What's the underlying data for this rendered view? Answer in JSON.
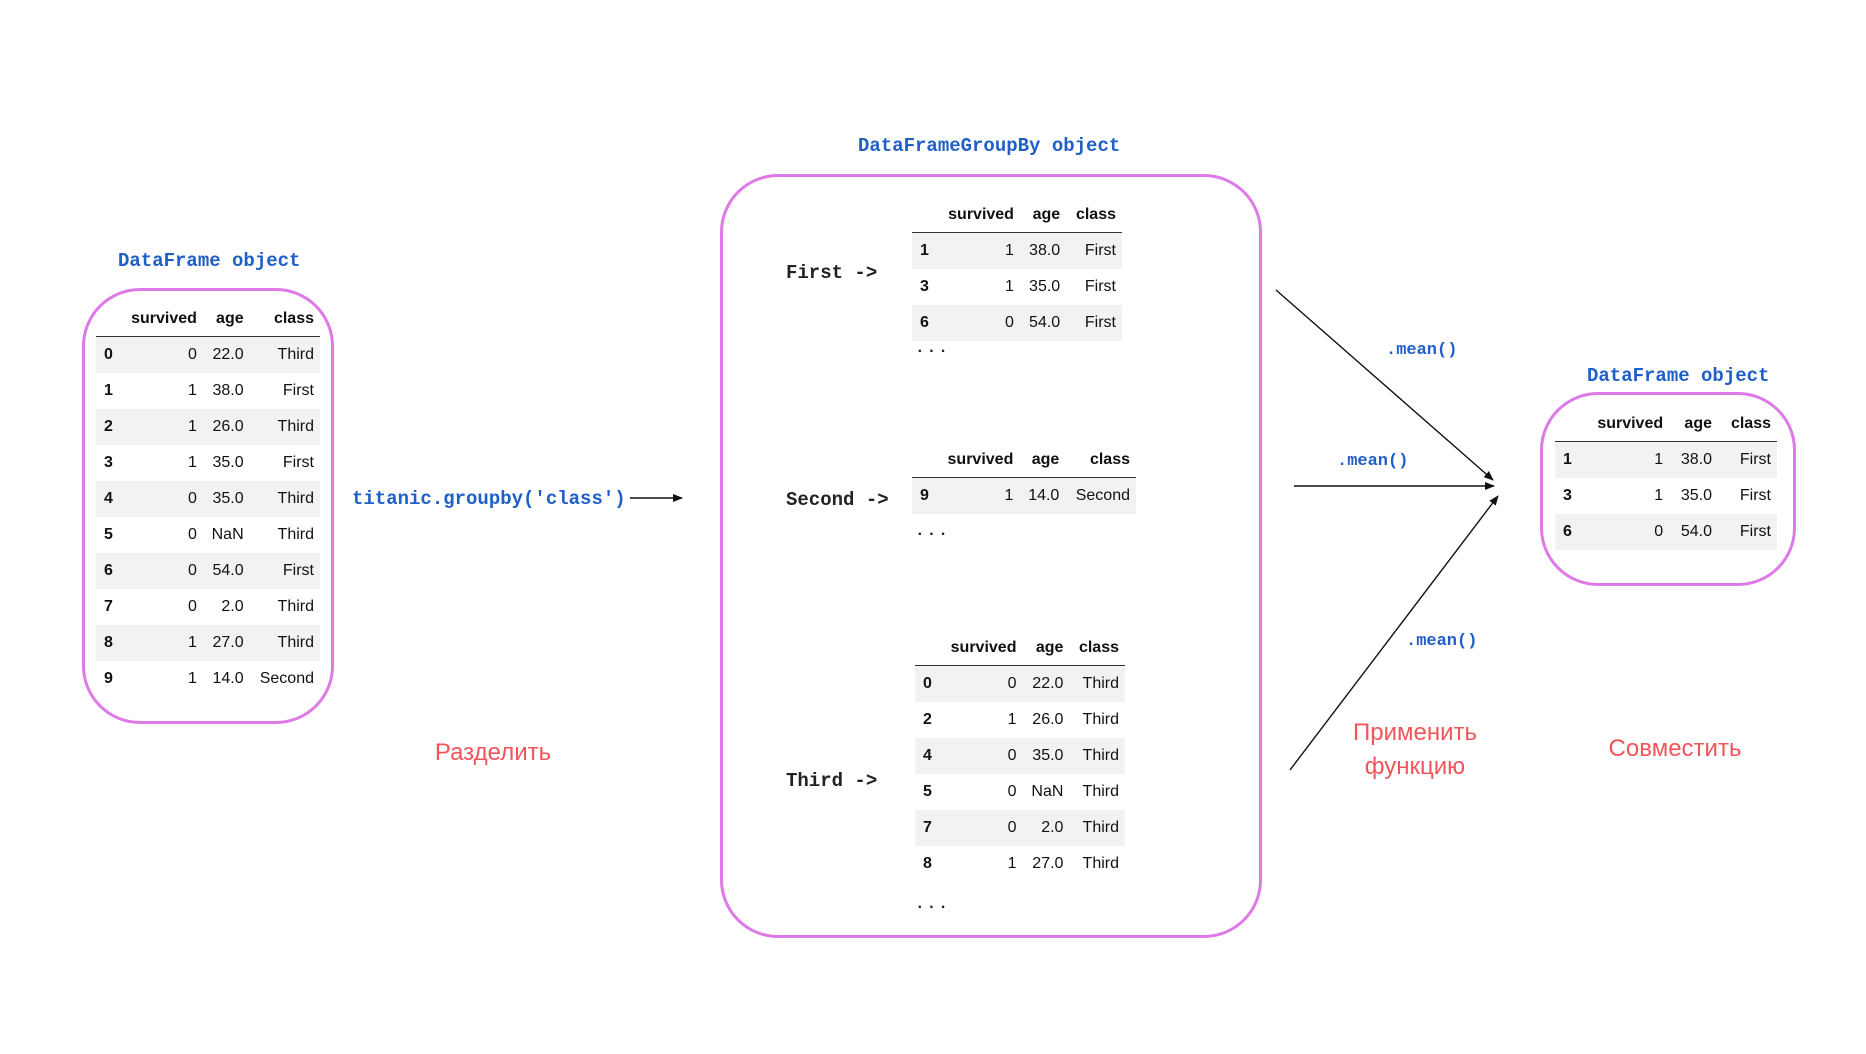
{
  "left": {
    "title": "DataFrame object",
    "columns": [
      "",
      "survived",
      "age",
      "class"
    ],
    "rows": [
      [
        "0",
        "0",
        "22.0",
        "Third"
      ],
      [
        "1",
        "1",
        "38.0",
        "First"
      ],
      [
        "2",
        "1",
        "26.0",
        "Third"
      ],
      [
        "3",
        "1",
        "35.0",
        "First"
      ],
      [
        "4",
        "0",
        "35.0",
        "Third"
      ],
      [
        "5",
        "0",
        "NaN",
        "Third"
      ],
      [
        "6",
        "0",
        "54.0",
        "First"
      ],
      [
        "7",
        "0",
        "2.0",
        "Third"
      ],
      [
        "8",
        "1",
        "27.0",
        "Third"
      ],
      [
        "9",
        "1",
        "14.0",
        "Second"
      ]
    ]
  },
  "split": {
    "code": "titanic.groupby('class')",
    "caption": "Разделить"
  },
  "groupby": {
    "title": "DataFrameGroupBy object",
    "groups": [
      {
        "label": "First ->",
        "columns": [
          "",
          "survived",
          "age",
          "class"
        ],
        "rows": [
          [
            "1",
            "1",
            "38.0",
            "First"
          ],
          [
            "3",
            "1",
            "35.0",
            "First"
          ],
          [
            "6",
            "0",
            "54.0",
            "First"
          ]
        ],
        "ellipsis": "..."
      },
      {
        "label": "Second ->",
        "columns": [
          "",
          "survived",
          "age",
          "class"
        ],
        "rows": [
          [
            "9",
            "1",
            "14.0",
            "Second"
          ]
        ],
        "ellipsis": "..."
      },
      {
        "label": "Third ->",
        "columns": [
          "",
          "survived",
          "age",
          "class"
        ],
        "rows": [
          [
            "0",
            "0",
            "22.0",
            "Third"
          ],
          [
            "2",
            "1",
            "26.0",
            "Third"
          ],
          [
            "4",
            "0",
            "35.0",
            "Third"
          ],
          [
            "5",
            "0",
            "NaN",
            "Third"
          ],
          [
            "7",
            "0",
            "2.0",
            "Third"
          ],
          [
            "8",
            "1",
            "27.0",
            "Third"
          ]
        ],
        "ellipsis": "..."
      }
    ]
  },
  "apply": {
    "labels": [
      ".mean()",
      ".mean()",
      ".mean()"
    ],
    "caption_line1": "Применить",
    "caption_line2": "функцию"
  },
  "result": {
    "title": "DataFrame object",
    "columns": [
      "",
      "survived",
      "age",
      "class"
    ],
    "rows": [
      [
        "1",
        "1",
        "38.0",
        "First"
      ],
      [
        "3",
        "1",
        "35.0",
        "First"
      ],
      [
        "6",
        "0",
        "54.0",
        "First"
      ]
    ],
    "caption": "Совместить"
  },
  "colors": {
    "frame": "#de7ae8",
    "code_blue": "#1f5fc7",
    "caption_red": "#f0555a",
    "row_shade": "#f2f2f2"
  }
}
